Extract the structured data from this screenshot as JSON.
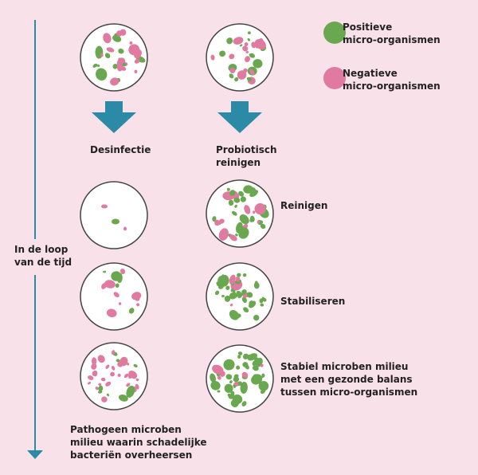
{
  "colors": {
    "background": "#f8e1e8",
    "positive": "#6aa84f",
    "negative": "#e07aa0",
    "arrow": "#2b8aa6",
    "timeline": "#2b8aa6",
    "dish_fill": "#ffffff",
    "dish_stroke": "#444444"
  },
  "legend": {
    "positive": "Positieve\nmicro-organismen",
    "negative": "Negatieve\nmicro-organismen"
  },
  "timeline_label": "In de loop\nvan de tijd",
  "columns": {
    "left_heading": "Desinfectie",
    "right_heading": "Probiotisch\nreinigen"
  },
  "stages": {
    "reinigen": "Reinigen",
    "stabiliseren": "Stabiliseren",
    "stabiel": "Stabiel microben milieu\nmet een gezonde balans\ntussen micro-organismen"
  },
  "bottom_note": "Pathogeen microben\nmilieu waarin schadelijke\nbacteriën overheersen"
}
